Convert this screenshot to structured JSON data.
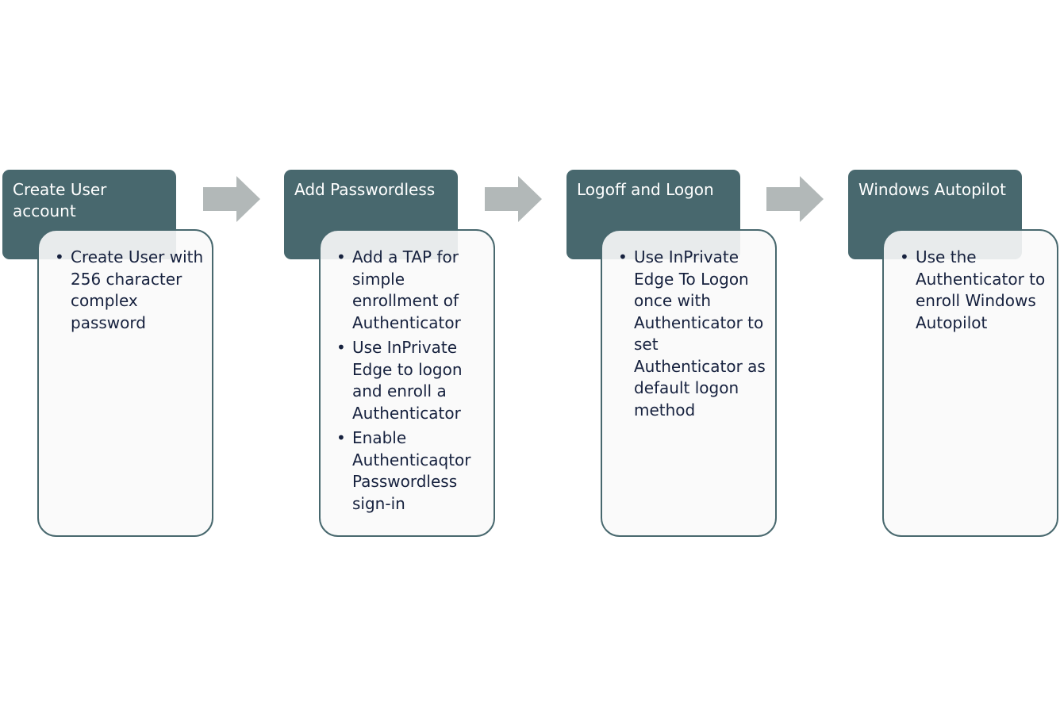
{
  "steps": [
    {
      "title": "Create User account",
      "bullets": [
        "Create User with 256 character complex password"
      ]
    },
    {
      "title": "Add Passwordless",
      "bullets": [
        "Add a TAP for simple enrollment of Authenticator",
        "Use InPrivate Edge to logon and enroll a Authenticator",
        "Enable Authenticaqtor Passwordless sign-in"
      ]
    },
    {
      "title": "Logoff and Logon",
      "bullets": [
        "Use InPrivate Edge To Logon once with Authenticator to set Authenticator as default logon method"
      ]
    },
    {
      "title": "Windows Autopilot",
      "bullets": [
        "Use the Authenticator to enroll Windows Autopilot"
      ]
    }
  ],
  "colors": {
    "header_fill": "#48686e",
    "card_border": "#48686e",
    "arrow_fill": "#b2b8b8",
    "bullet_text": "#16213e"
  }
}
